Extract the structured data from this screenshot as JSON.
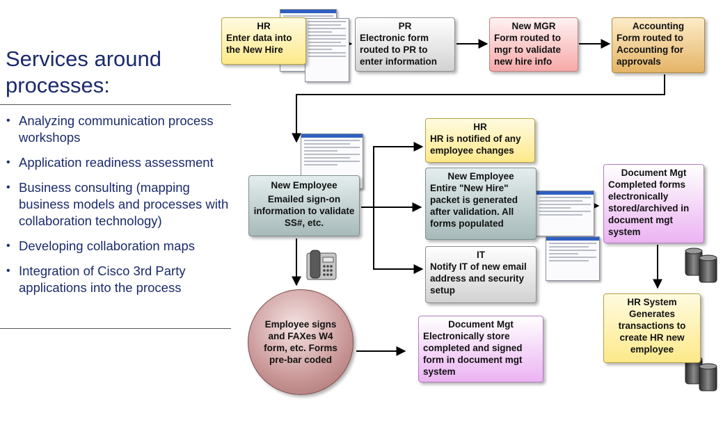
{
  "left_panel": {
    "title": "Services around processes:",
    "bullets": [
      "Analyzing communication process workshops",
      "Application readiness assessment",
      "Business consulting (mapping business models and processes with collaboration technology)",
      "Developing collaboration maps",
      "Integration of Cisco 3rd Party applications into the process"
    ]
  },
  "nodes": {
    "hr": {
      "heading": "HR",
      "body": "Enter data into the New Hire"
    },
    "pr": {
      "heading": "PR",
      "body": "Electronic form routed to PR to enter information"
    },
    "new_mgr": {
      "heading": "New MGR",
      "body": "Form routed to mgr to validate new hire info"
    },
    "accounting": {
      "heading": "Accounting",
      "body": "Form routed to Accounting for approvals"
    },
    "new_employee": {
      "heading": "New Employee",
      "body": "Emailed sign-on information to validate SS#, etc."
    },
    "hr_notified": {
      "heading": "HR",
      "body": "HR is notified of any employee changes"
    },
    "new_employee_packet": {
      "heading": "New Employee",
      "body": "Entire \"New Hire\" packet is generated after validation. All forms populated"
    },
    "it": {
      "heading": "IT",
      "body": "Notify IT of new email address and security setup"
    },
    "document_mgt_1": {
      "heading": "Document Mgt",
      "body": "Completed forms electronically stored/archived in document mgt system"
    },
    "hr_system": {
      "heading": "HR System",
      "body": "Generates transactions to create HR new employee"
    },
    "employee_signs": {
      "body": "Employee signs and FAXes W4 form, etc. Forms pre-bar coded"
    },
    "document_mgt_2": {
      "heading": "Document Mgt",
      "body": "Electronically store completed and signed form in document mgt system"
    }
  },
  "colors": {
    "title_text": "#1a2a6c",
    "arrow": "#000000",
    "yellow": "#fde98a",
    "gray": "#d2d2d2",
    "pink": "#f7a9a9",
    "orange": "#e4b466",
    "teal": "#a7baba",
    "violet": "#ebb3f2",
    "circle": "#c99696"
  },
  "icons": [
    "form-document-icon",
    "fax-phone-icon",
    "server-storage-icon"
  ]
}
